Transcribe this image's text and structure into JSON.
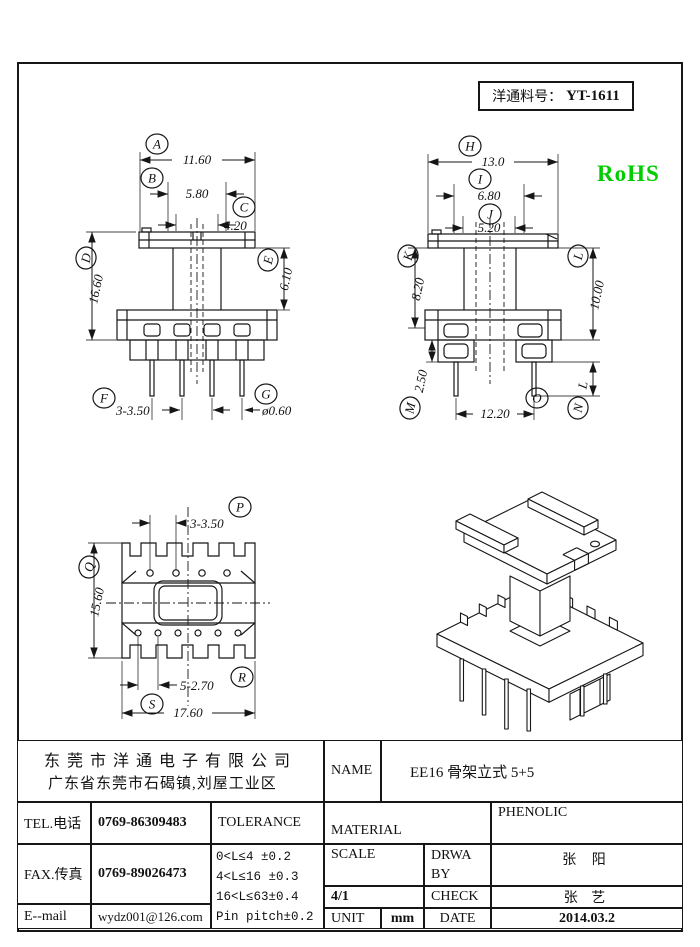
{
  "title_box": {
    "label": "洋通料号：",
    "value": "YT-1611"
  },
  "rohs": {
    "text": "RoHS",
    "color": "#00cc00"
  },
  "letters": {
    "A": "A",
    "B": "B",
    "C": "C",
    "D": "D",
    "E": "E",
    "F": "F",
    "G": "G",
    "H": "H",
    "I": "I",
    "J": "J",
    "K": "K",
    "L": "L",
    "M": "M",
    "N": "N",
    "O": "O",
    "P": "P",
    "Q": "Q",
    "R": "R",
    "S": "S"
  },
  "dims": {
    "A": "11.60",
    "B": "5.80",
    "C": "4.20",
    "D": "16.60",
    "E": "6.10",
    "F": "3-3.50",
    "G": "ø0.60",
    "H": "13.0",
    "I": "6.80",
    "J": "5.20",
    "K": "8.20",
    "L": "10.00",
    "M": "2.50",
    "N": "L",
    "O": "12.20",
    "P": "3-3.50",
    "Q": "15.60",
    "R": "5-2.70",
    "S": "17.60"
  },
  "table": {
    "company_name": "东莞市洋通电子有限公司",
    "company_address": "广东省东莞市石碣镇,刘屋工业区",
    "tel_label": "TEL.电话",
    "tel_value": "0769-86309483",
    "fax_label": "FAX.传真",
    "fax_value": "0769-89026473",
    "email_label": "E--mail",
    "email_value": "wydz001@126.com",
    "tolerance_label": "TOLERANCE",
    "tolerance_lines": [
      "0<L≤4  ±0.2",
      "4<L≤16 ±0.3",
      "16<L≤63±0.4",
      "Pin pitch±0.2"
    ],
    "name_label": "NAME",
    "name_value": "EE16 骨架立式 5+5",
    "material_label": "MATERIAL",
    "material_value": "PHENOLIC",
    "scale_label": "SCALE",
    "scale_value": "4/1",
    "drwa_label": "DRWA BY",
    "drwa_value": "张 阳",
    "check_label": "CHECK",
    "check_value": "张 艺",
    "unit_label": "UNIT",
    "unit_value": "mm",
    "date_label": "DATE",
    "date_value": "2014.03.2"
  }
}
